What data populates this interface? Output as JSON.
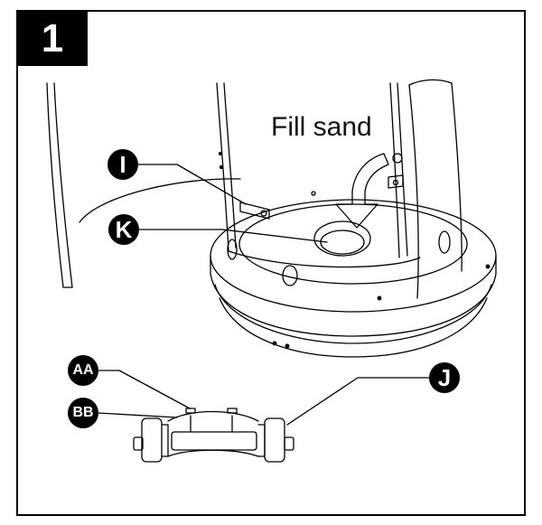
{
  "step": {
    "number": "1"
  },
  "caption": "Fill sand",
  "callouts": {
    "i": "I",
    "k": "K",
    "aa": "AA",
    "bb": "BB",
    "j": "J"
  }
}
